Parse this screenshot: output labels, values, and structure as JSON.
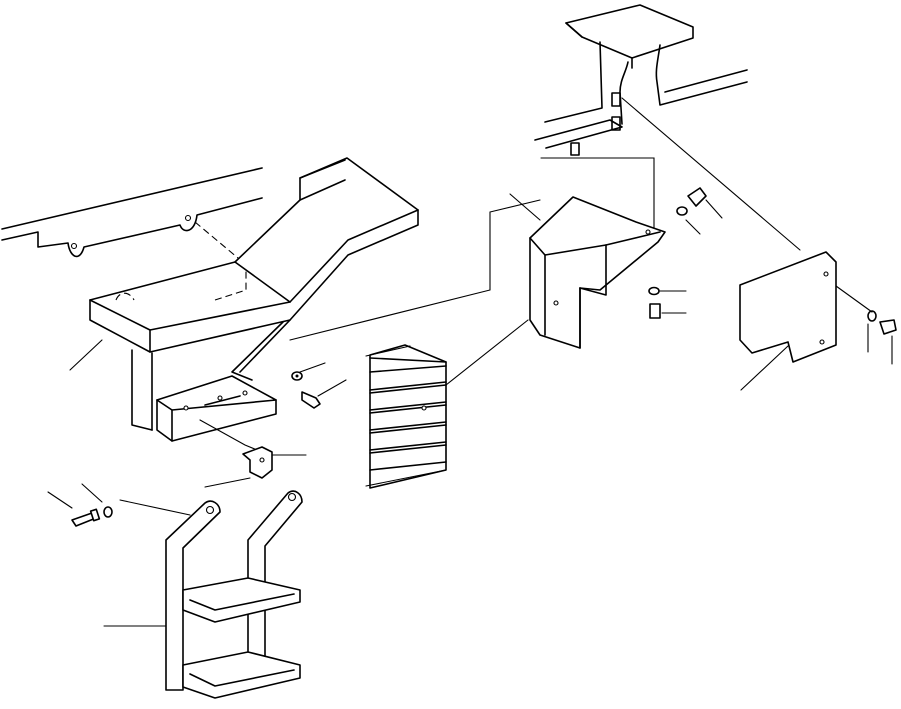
{
  "figure": {
    "style": "exploded parts diagram, black line art on white",
    "callout_labels": [],
    "parts": [
      {
        "name": "step-cover",
        "icon": "step-cover-icon"
      },
      {
        "name": "step-support-bracket",
        "icon": "bracket-icon"
      },
      {
        "name": "ladder-step-frame",
        "icon": "ladder-icon"
      },
      {
        "name": "louvered-panel",
        "icon": "louver-panel-icon"
      },
      {
        "name": "corner-cover",
        "icon": "corner-cover-icon"
      },
      {
        "name": "flat-cover-plate",
        "icon": "plate-icon"
      },
      {
        "name": "bolt",
        "icon": "bolt-icon"
      },
      {
        "name": "washer",
        "icon": "washer-icon"
      }
    ]
  }
}
